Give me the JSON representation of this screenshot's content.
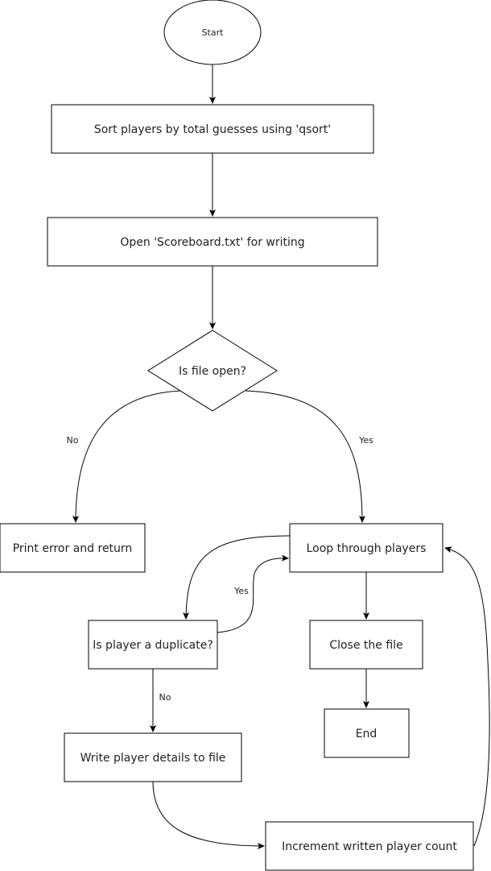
{
  "diagram": {
    "nodes": {
      "start": "Start",
      "sort": "Sort players by total guesses using 'qsort'",
      "open": "Open 'Scoreboard.txt' for writing",
      "is_open": "Is file open?",
      "print_error": "Print error and return",
      "loop": "Loop through players",
      "is_duplicate": "Is player a duplicate?",
      "close_file": "Close the file",
      "end": "End",
      "write_details": "Write player details to file",
      "increment": "Increment written player count"
    },
    "edge_labels": {
      "is_open_no": "No",
      "is_open_yes": "Yes",
      "duplicate_yes": "Yes",
      "duplicate_no": "No"
    }
  }
}
